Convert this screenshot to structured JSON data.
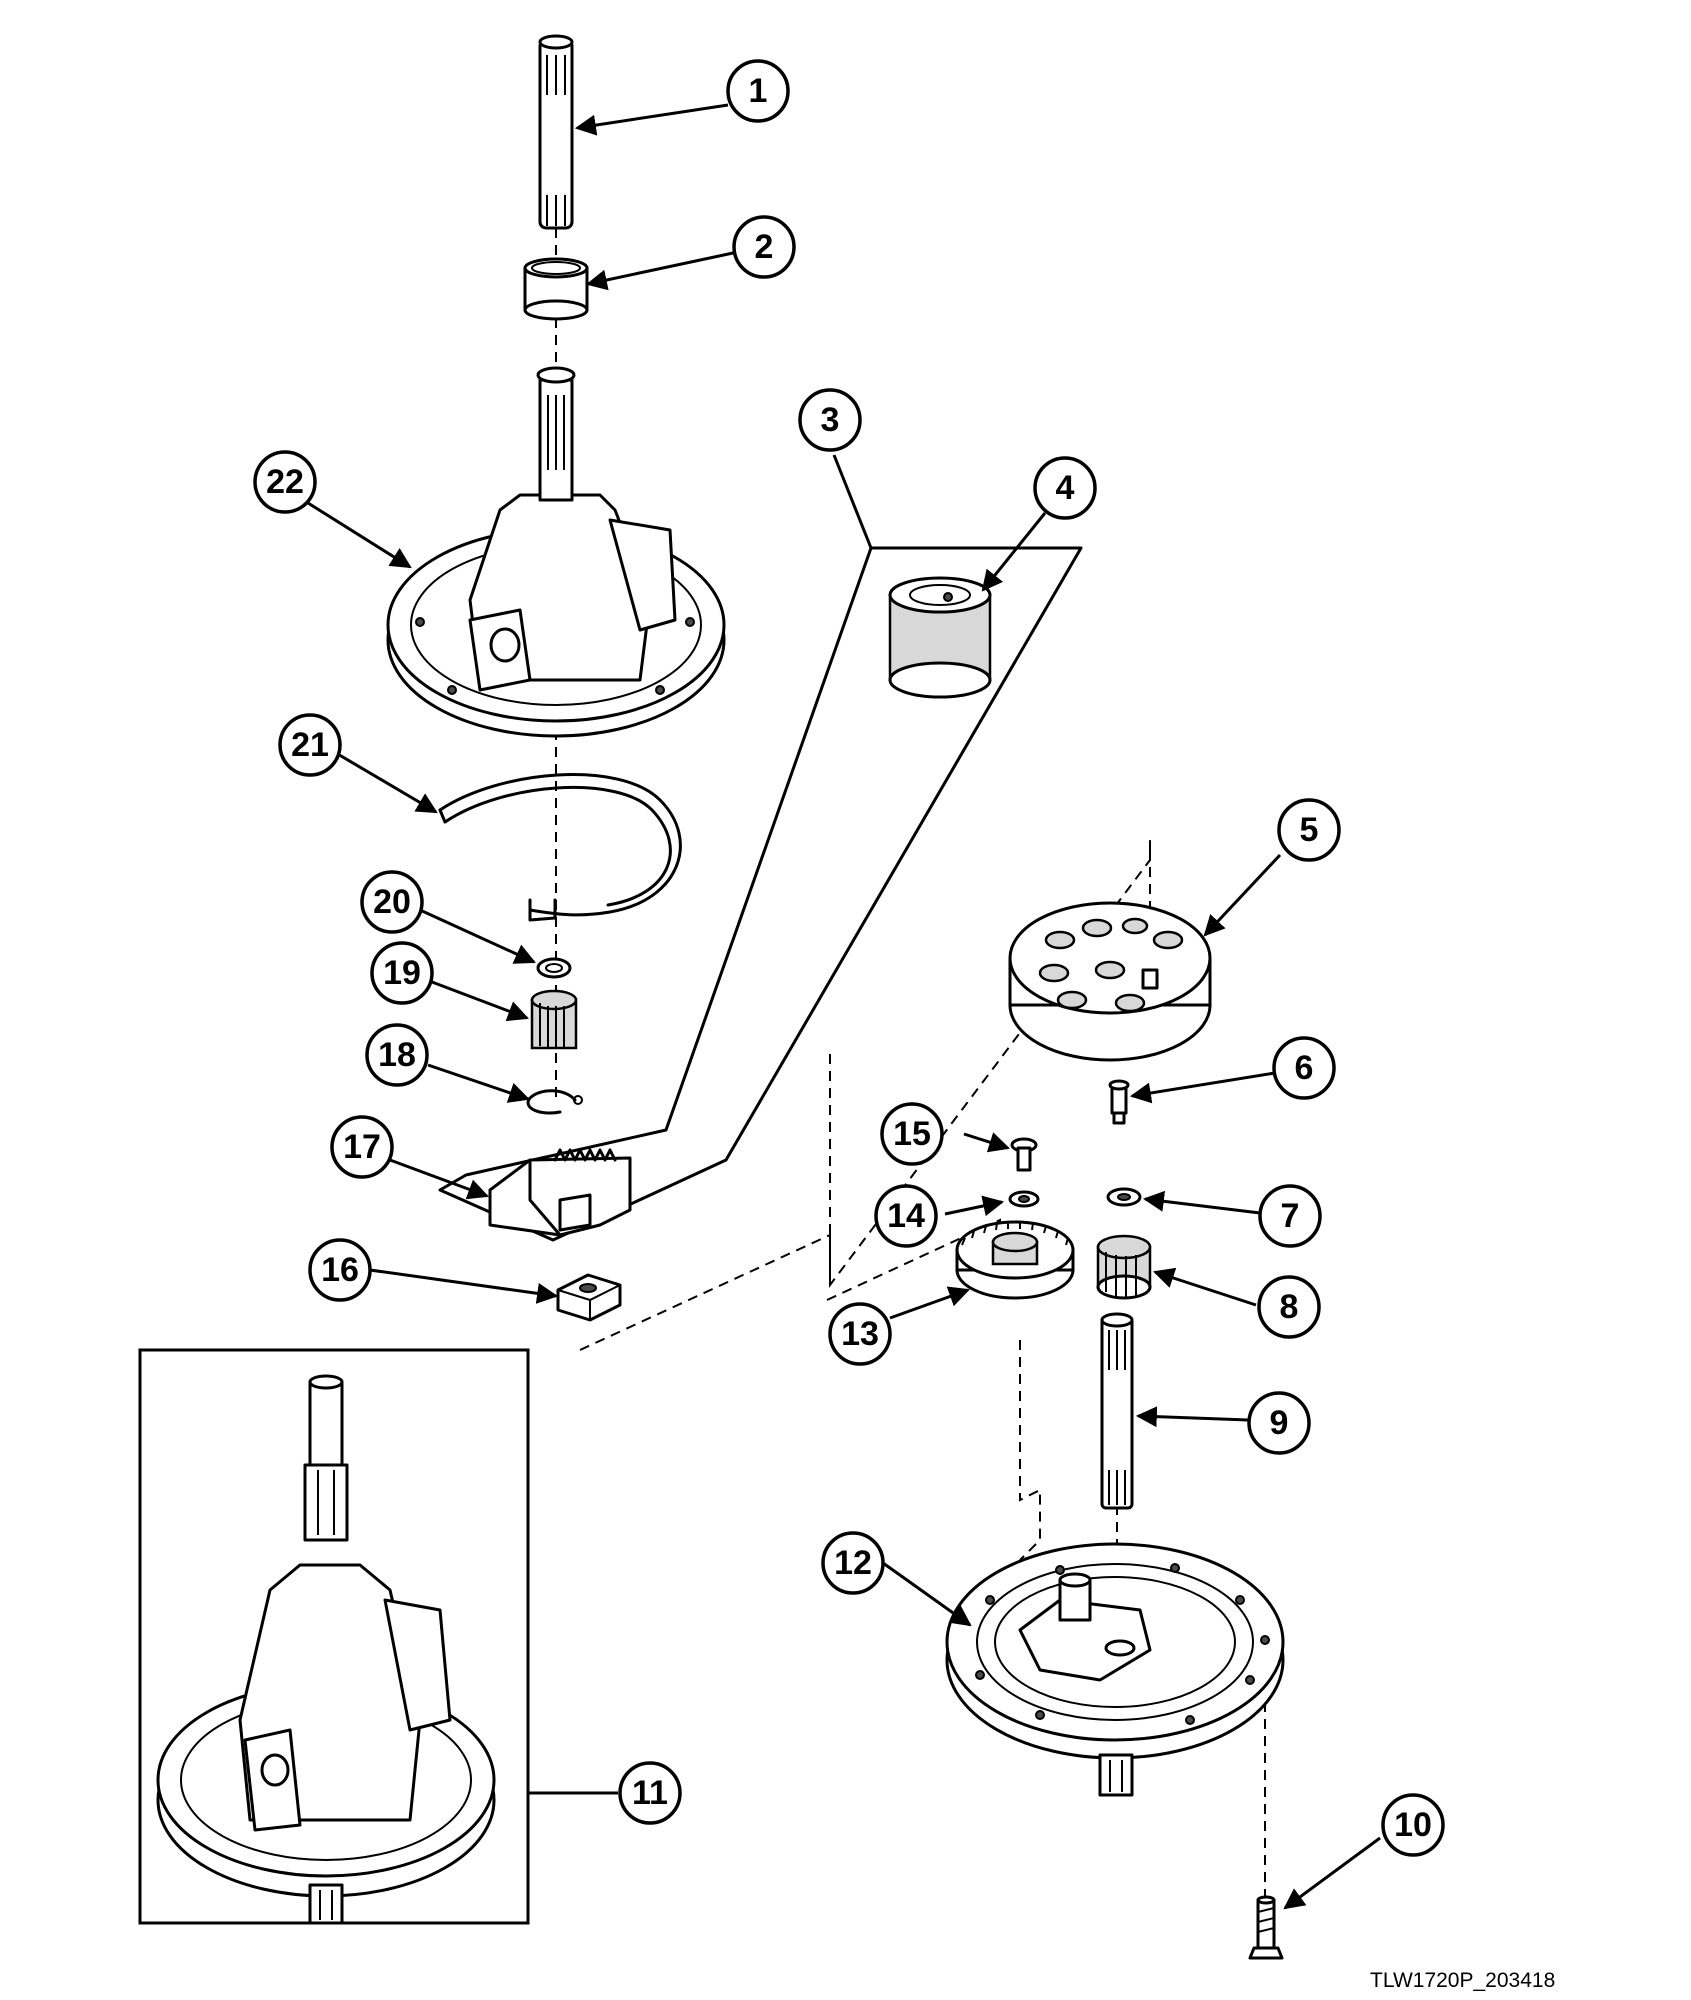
{
  "callouts": [
    {
      "id": "c1",
      "label": "1",
      "part": "shaft"
    },
    {
      "id": "c2",
      "label": "2",
      "part": "bearing"
    },
    {
      "id": "c3",
      "label": "3",
      "part": "kit"
    },
    {
      "id": "c4",
      "label": "4",
      "part": "seal"
    },
    {
      "id": "c5",
      "label": "5",
      "part": "pulley"
    },
    {
      "id": "c6",
      "label": "6",
      "part": "pin"
    },
    {
      "id": "c7",
      "label": "7",
      "part": "washer"
    },
    {
      "id": "c8",
      "label": "8",
      "part": "pinion-gear"
    },
    {
      "id": "c9",
      "label": "9",
      "part": "shaft"
    },
    {
      "id": "c10",
      "label": "10",
      "part": "screw"
    },
    {
      "id": "c11",
      "label": "11",
      "part": "transmission-assembly"
    },
    {
      "id": "c12",
      "label": "12",
      "part": "housing"
    },
    {
      "id": "c13",
      "label": "13",
      "part": "gear"
    },
    {
      "id": "c14",
      "label": "14",
      "part": "washer"
    },
    {
      "id": "c15",
      "label": "15",
      "part": "screw"
    },
    {
      "id": "c16",
      "label": "16",
      "part": "block"
    },
    {
      "id": "c17",
      "label": "17",
      "part": "rack"
    },
    {
      "id": "c18",
      "label": "18",
      "part": "retaining-ring"
    },
    {
      "id": "c19",
      "label": "19",
      "part": "pinion"
    },
    {
      "id": "c20",
      "label": "20",
      "part": "washer"
    },
    {
      "id": "c21",
      "label": "21",
      "part": "brake-band"
    },
    {
      "id": "c22",
      "label": "22",
      "part": "case"
    }
  ],
  "diagram_code": "TLW1720P_203418"
}
